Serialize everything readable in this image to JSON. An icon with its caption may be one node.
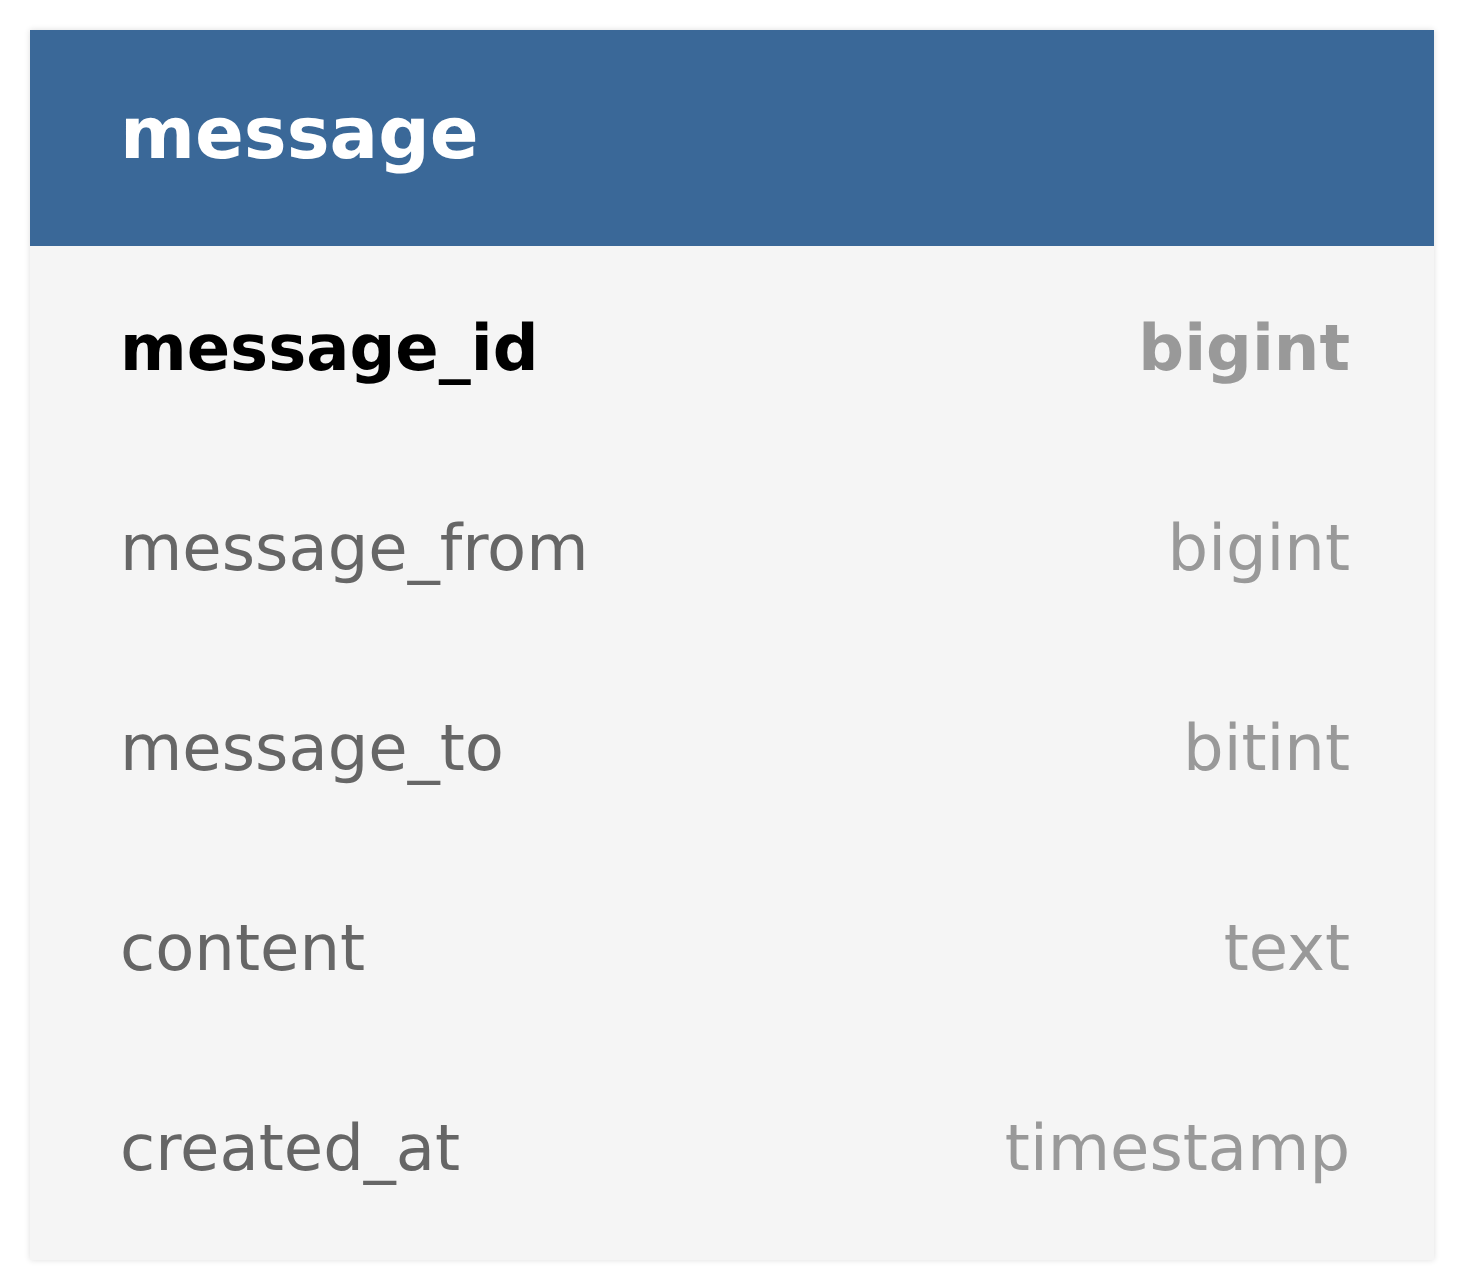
{
  "diagram": {
    "nodes": [
      {
        "text": [
          "message"
        ]
      }
    ],
    "labels": [
      "message_id",
      "bigint",
      "message_from",
      "bigint",
      "message_to",
      "bitint",
      "content",
      "text",
      "created_at",
      "timestamp"
    ]
  }
}
